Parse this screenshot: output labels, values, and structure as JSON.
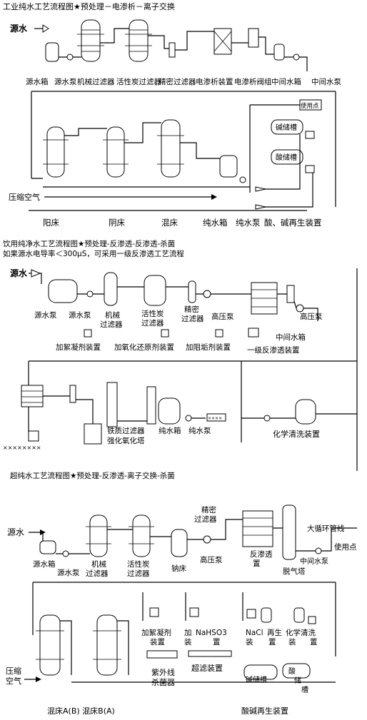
{
  "section1": {
    "title": "工业纯水工艺流程图★预处理－电渗析－离子交换",
    "source_water": "源水",
    "labels": [
      "源水箱",
      "源水泵",
      "机械过滤器",
      "活性炭过滤器",
      "精密过滤器",
      "电渗析装置",
      "电渗析阀组",
      "中间水箱",
      "中间水泵"
    ],
    "use_point": "使用点",
    "alkali_tank": "碱储槽",
    "acid_tank": "酸储槽",
    "compressed_air": "压缩空气",
    "bottom_labels": [
      "阳床",
      "阴床",
      "混床",
      "纯水箱",
      "纯水泵",
      "酸、碱再生装置"
    ]
  },
  "section2": {
    "title": "饮用纯净水工艺流程图★预处理-反渗透-反渗透-杀菌",
    "subtitle": "如果源水电导率＜300μS，可采用一级反渗透工艺流程",
    "source_water": "源水",
    "label_raw_tank": "源水泵",
    "label_raw_pump": "源水泵",
    "label_mech_1": "机械",
    "label_mech_2": "过滤器",
    "label_carbon_1": "活性炭",
    "label_carbon_2": "过滤器",
    "label_precise_1": "精密",
    "label_precise_2": "过滤器",
    "label_hp_pump_1": "高压泵",
    "label_hp_pump_2": "高压泵",
    "label_mid_tank": "中间水箱",
    "label_ro1": "一级反渗透装置",
    "label_coag": "加絮凝剂装置",
    "label_chlorine": "加氧化还原剂装置",
    "label_scale": "加阻垢剂装置",
    "label_iron_filter": "铁质过滤器",
    "label_oxidation": "强化氧化塔",
    "label_pure_tank": "纯水箱",
    "label_pure_pump": "纯水泵",
    "label_chem_clean": "化学清洗装置",
    "label_cut_left": "××××××××",
    "label_use_box": "××××"
  },
  "section3": {
    "title": "超纯水工艺流程图★预处理-反渗透-离子交换-杀菌",
    "source_water": "源水",
    "label_precise_1": "精密",
    "label_precise_2": "过滤器",
    "label_loop": "大循环管线",
    "label_use_point": "使用点",
    "label_raw_tank": "源水箱",
    "label_raw_pump": "源水泵",
    "label_mech_1": "机械",
    "label_mech_2": "过滤器",
    "label_carbon_1": "活性炭",
    "label_carbon_2": "过滤器",
    "label_na_bed": "钠床",
    "label_hp_pump": "高压泵",
    "label_ro_1": "反渗透",
    "label_ro_2": "置",
    "label_mid_pump": "中间水泵",
    "label_degas": "脱气塔",
    "label_coag_1": "加絮凝剂",
    "label_coag_2": "装置",
    "label_nahso3_1": "加",
    "label_nahso3_2": "NaHSO3",
    "label_nahso3_3": "装",
    "label_nahso3_4": "置",
    "label_nacl_1": "NaCl",
    "label_nacl_2": "再生",
    "label_nacl_3": "装",
    "label_nacl_4": "置",
    "label_chem_1": "化学清洗",
    "label_chem_2": "装",
    "label_chem_3": "置",
    "label_air_1": "压缩",
    "label_air_2": "空气",
    "label_uv_1": "紫外线",
    "label_uv_2": "杀菌器",
    "label_uf": "超滤装置",
    "label_alkali": "碱储槽",
    "label_acid_1": "酸",
    "label_acid_2": "储",
    "label_acid_3": "槽",
    "label_mixed": "混床A(B) 混床B(A)",
    "label_regen": "酸碱再生装置"
  }
}
